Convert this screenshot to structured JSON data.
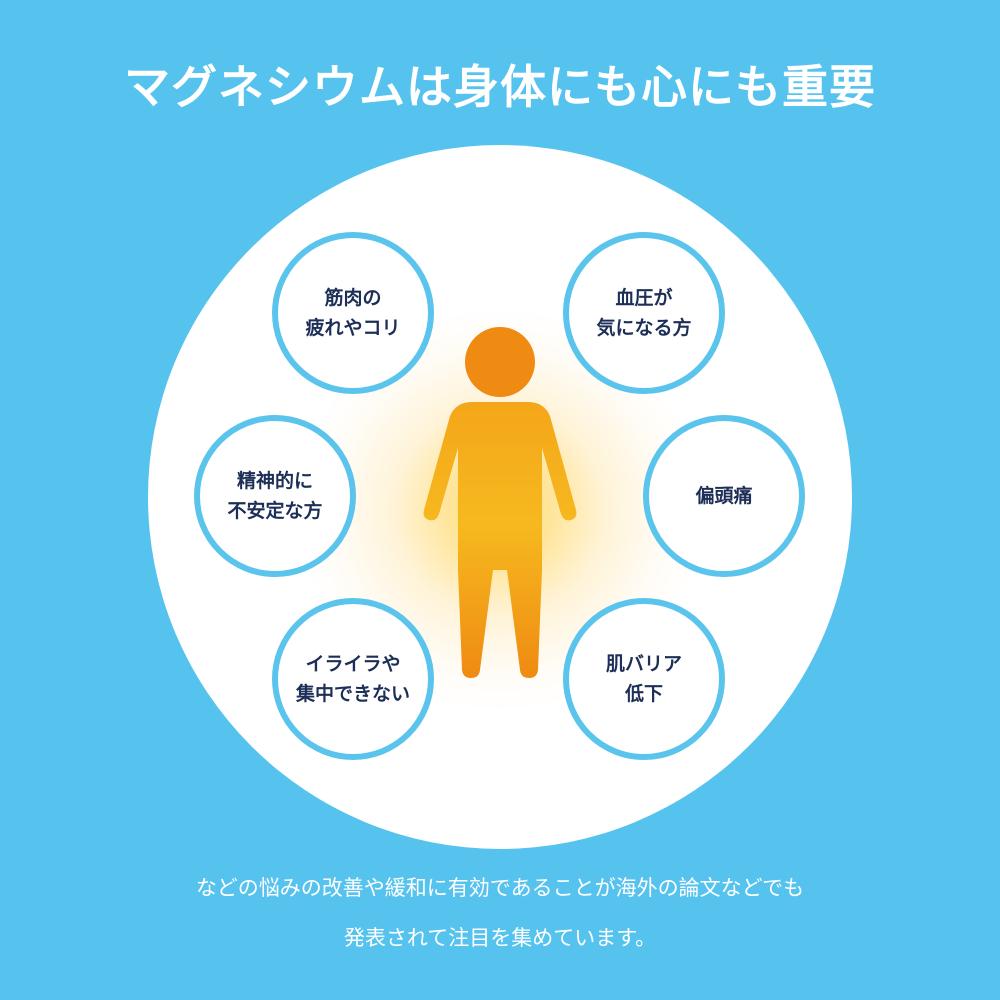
{
  "title": "マグネシウムは身体にも心にも重要",
  "bubbles": [
    {
      "line1": "筋肉の",
      "line2": "疲れやコリ"
    },
    {
      "line1": "血圧が",
      "line2": "気になる方"
    },
    {
      "line1": "精神的に",
      "line2": "不安定な方"
    },
    {
      "line1": "偏頭痛",
      "line2": ""
    },
    {
      "line1": "イライラや",
      "line2": "集中できない"
    },
    {
      "line1": "肌バリア",
      "line2": "低下"
    }
  ],
  "caption": {
    "line1": "などの悩みの改善や緩和に有効であることが海外の論文などでも",
    "line2": "発表されて注目を集めています。"
  },
  "colors": {
    "background": "#56c3ef",
    "bubble_border": "#5bc4ec",
    "figure_top": "#ef8a12",
    "figure_mid": "#f7b51e",
    "bubble_text": "#1d2f57"
  },
  "icons": {
    "figure": "person-icon"
  }
}
